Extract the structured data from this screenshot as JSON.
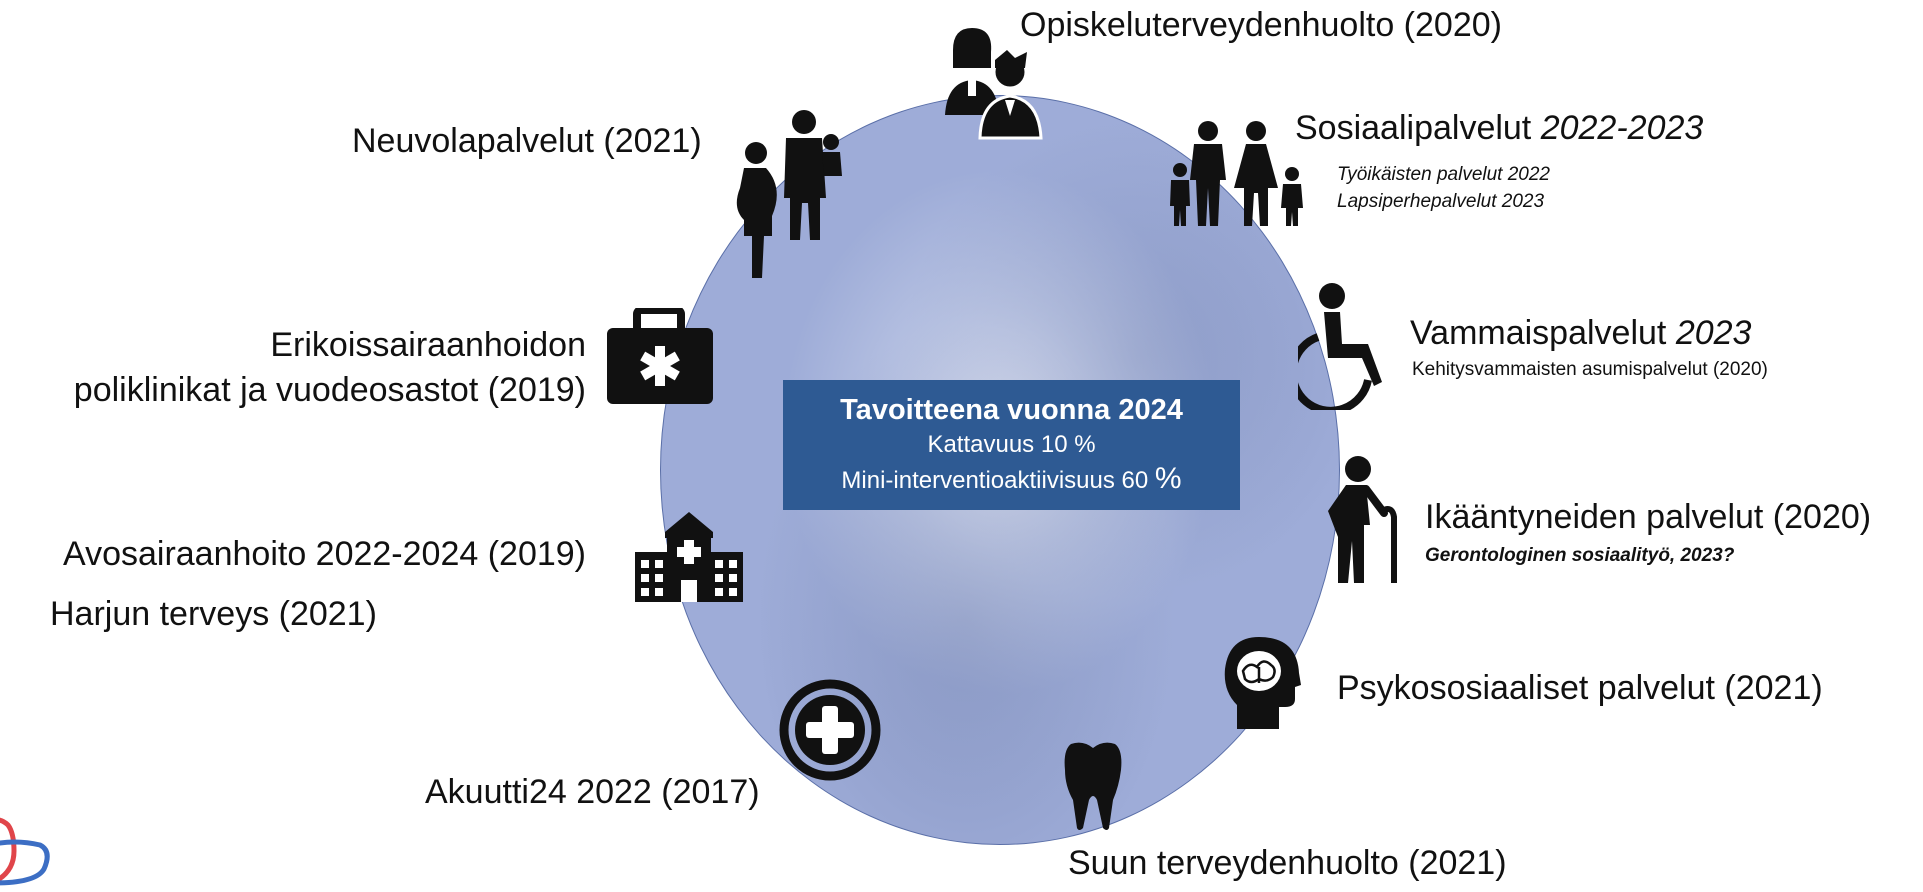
{
  "center": {
    "title": "Tavoitteena vuonna 2024",
    "line1": "Kattavuus 10 %",
    "line2_prefix": "Mini-interventioaktiivisuus 60 ",
    "line2_pct": "%"
  },
  "nodes": {
    "opiskelu": "Opiskeluterveydenhuolto (2020)",
    "sosiaali_main": "Sosiaalipalvelut ",
    "sosiaali_years": "2022-2023",
    "sosiaali_sub1": "Työikäisten palvelut 2022",
    "sosiaali_sub2": "Lapsiperhepalvelut 2023",
    "neuvola": "Neuvolapalvelut (2021)",
    "vammais_main": "Vammaispalvelut ",
    "vammais_year": "2023",
    "vammais_sub": "Kehitysvammaisten asumispalvelut (2020)",
    "erikois_1": "Erikoissairaanhoidon",
    "erikois_2": "poliklinikat ja vuodeosastot (2019)",
    "ikaantyneet": "Ikääntyneiden palvelut (2020)",
    "ikaantyneet_sub": "Gerontologinen sosiaalityö, 2023?",
    "avosairaan": "Avosairaanhoito 2022-2024 (2019)",
    "harju": "Harjun terveys (2021)",
    "psyko": "Psykososiaaliset palvelut (2021)",
    "akuutti": "Akuutti24 2022 (2017)",
    "suu": "Suun terveydenhuolto (2021)"
  },
  "icons": {
    "opiskelu": "students-icon",
    "sosiaali": "family-icon",
    "neuvola": "pregnant-family-icon",
    "vammais": "wheelchair-icon",
    "erikois": "medical-bag-icon",
    "ikaantyneet": "elderly-person-icon",
    "avosairaan": "hospital-building-icon",
    "psyko": "head-brain-icon",
    "akuutti": "medical-cross-icon",
    "suu": "tooth-icon"
  }
}
